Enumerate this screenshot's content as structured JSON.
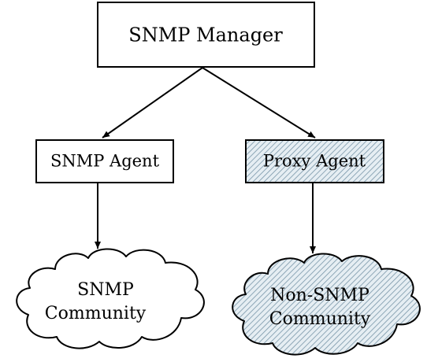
{
  "nodes": {
    "manager": {
      "label": "SNMP Manager"
    },
    "snmp_agent": {
      "label": "SNMP Agent"
    },
    "proxy_agent": {
      "label": "Proxy Agent"
    },
    "snmp_community": {
      "line1": "SNMP",
      "line2": "Community"
    },
    "non_snmp_community": {
      "line1": "Non-SNMP",
      "line2": "Community"
    }
  },
  "colors": {
    "stroke": "#000000",
    "hatch_background": "#e6eef3",
    "hatch_lines": "#7895a8",
    "cloud_text": "#5a3200"
  }
}
